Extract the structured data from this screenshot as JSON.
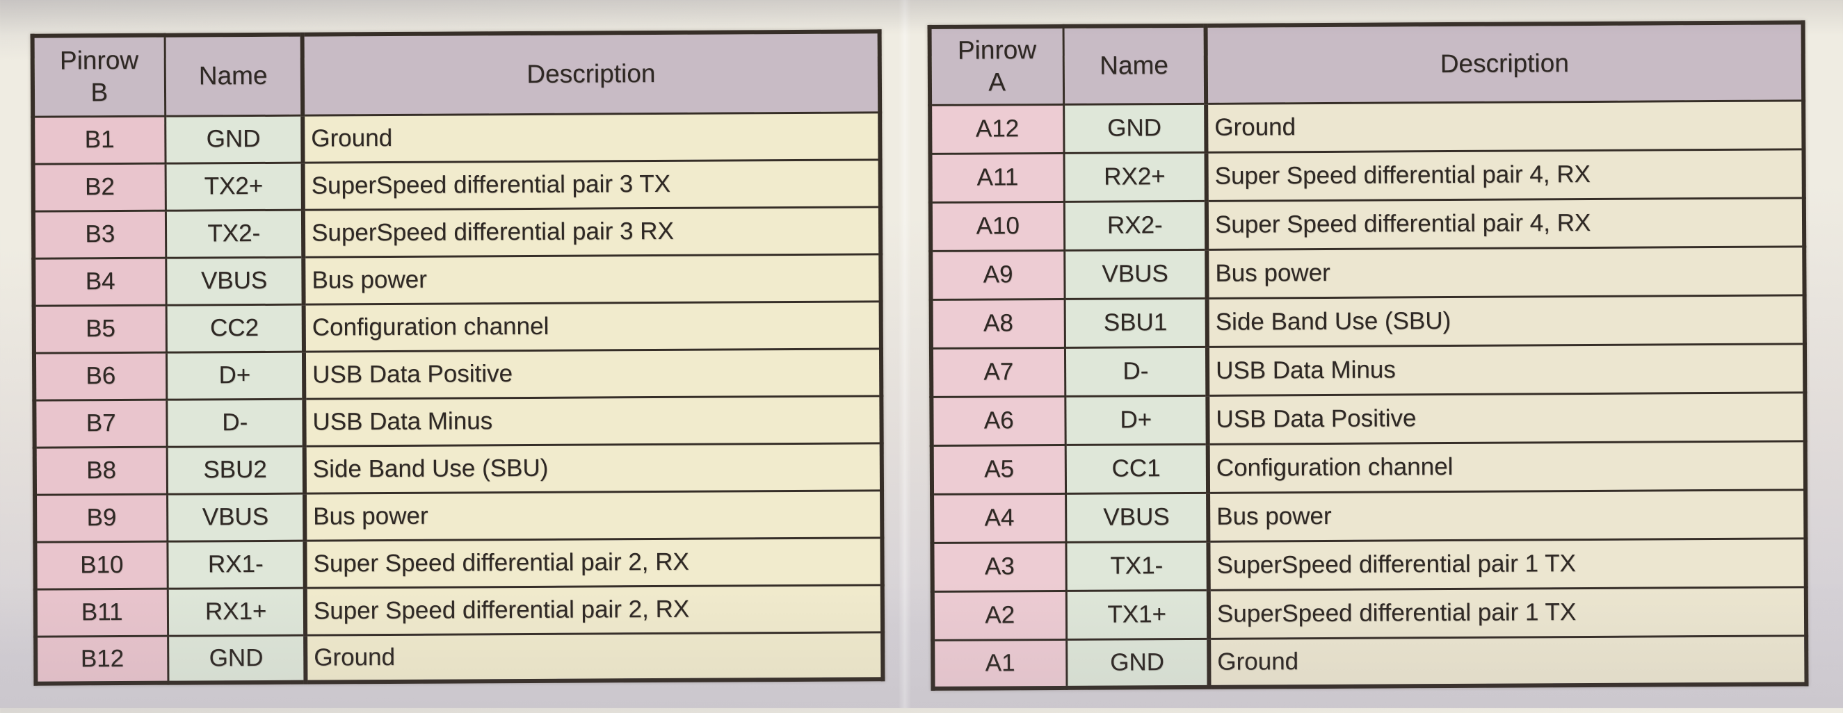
{
  "document_kind": "USB-C connector pinout tables (photographed printed page)",
  "colors": {
    "header_bg": "#c8bbc5",
    "pin_bg": "#e9c5cd",
    "pin_bg_a": "#edccd3",
    "name_bg": "#dfe7d9",
    "desc_bg": "#f1ebcd",
    "desc_bg_a": "#ece6d0",
    "border": "#362e27",
    "ink": "#2e2824",
    "bg_top": "#efece2",
    "bg_bottom": "#d5d1d6",
    "bg_edge": "#d9d6d2"
  },
  "tables": [
    {
      "name": "pinrow-b",
      "header": {
        "col1_line1": "Pinrow",
        "col1_line2": "B",
        "col2": "Name",
        "col3": "Description"
      },
      "rows": [
        {
          "pin": "B1",
          "name": "GND",
          "desc": "Ground"
        },
        {
          "pin": "B2",
          "name": "TX2+",
          "desc": "SuperSpeed differential pair 3 TX"
        },
        {
          "pin": "B3",
          "name": "TX2-",
          "desc": "SuperSpeed differential pair 3 RX"
        },
        {
          "pin": "B4",
          "name": "VBUS",
          "desc": "Bus power"
        },
        {
          "pin": "B5",
          "name": "CC2",
          "desc": "Configuration channel"
        },
        {
          "pin": "B6",
          "name": "D+",
          "desc": "USB Data Positive"
        },
        {
          "pin": "B7",
          "name": "D-",
          "desc": "USB Data Minus"
        },
        {
          "pin": "B8",
          "name": "SBU2",
          "desc": "Side Band Use (SBU)"
        },
        {
          "pin": "B9",
          "name": "VBUS",
          "desc": "Bus power"
        },
        {
          "pin": "B10",
          "name": "RX1-",
          "desc": "Super Speed differential pair 2, RX"
        },
        {
          "pin": "B11",
          "name": "RX1+",
          "desc": "Super Speed differential pair 2, RX"
        },
        {
          "pin": "B12",
          "name": "GND",
          "desc": "Ground"
        }
      ]
    },
    {
      "name": "pinrow-a",
      "header": {
        "col1_line1": "Pinrow",
        "col1_line2": "A",
        "col2": "Name",
        "col3": "Description"
      },
      "rows": [
        {
          "pin": "A12",
          "name": "GND",
          "desc": "Ground"
        },
        {
          "pin": "A11",
          "name": "RX2+",
          "desc": "Super Speed differential pair 4, RX"
        },
        {
          "pin": "A10",
          "name": "RX2-",
          "desc": "Super Speed differential pair 4, RX"
        },
        {
          "pin": "A9",
          "name": "VBUS",
          "desc": "Bus power"
        },
        {
          "pin": "A8",
          "name": "SBU1",
          "desc": "Side Band Use (SBU)"
        },
        {
          "pin": "A7",
          "name": "D-",
          "desc": "USB Data Minus"
        },
        {
          "pin": "A6",
          "name": "D+",
          "desc": "USB Data Positive"
        },
        {
          "pin": "A5",
          "name": "CC1",
          "desc": "Configuration channel"
        },
        {
          "pin": "A4",
          "name": "VBUS",
          "desc": "Bus power"
        },
        {
          "pin": "A3",
          "name": "TX1-",
          "desc": "SuperSpeed differential pair 1 TX"
        },
        {
          "pin": "A2",
          "name": "TX1+",
          "desc": "SuperSpeed differential pair 1 TX"
        },
        {
          "pin": "A1",
          "name": "GND",
          "desc": "Ground"
        }
      ]
    }
  ]
}
